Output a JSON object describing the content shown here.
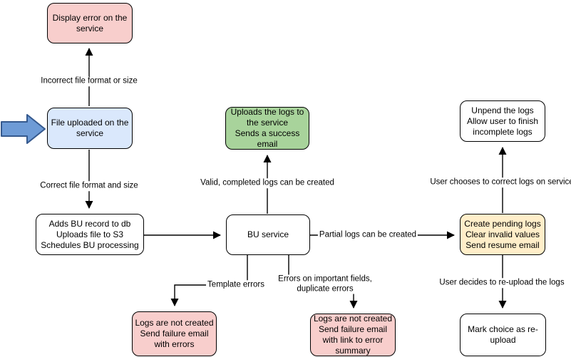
{
  "diagram_title": "",
  "colors": {
    "pink_fill": "#f8cecc",
    "blue_fill": "#dae8fc",
    "green_fill": "#a8d39b",
    "yellow_fill": "#ffeec9",
    "white_fill": "#ffffff",
    "node_border": "#000000",
    "edge_line": "#000000",
    "start_arrow_fill": "#6e9bd6",
    "start_arrow_stroke": "#35598e"
  },
  "icons": {
    "start_arrow": "fat-right-arrow-icon"
  },
  "nodes": {
    "display_error": {
      "label": "Display error on the\nservice",
      "color": "pink"
    },
    "file_uploaded": {
      "label": "File uploaded on the\nservice",
      "color": "blue"
    },
    "adds_bu": {
      "label": "Adds BU record to db\nUploads file to S3\nSchedules BU processing",
      "color": "white"
    },
    "bu_service": {
      "label": "BU service",
      "color": "white"
    },
    "uploads_logs": {
      "label": "Uploads the logs to\nthe service\nSends a success\nemail",
      "color": "green"
    },
    "create_pending": {
      "label": "Create pending logs\nClear invalid values\nSend resume email",
      "color": "yellow"
    },
    "unpend": {
      "label": "Unpend the logs\nAllow user to finish\nincomplete logs",
      "color": "white"
    },
    "mark_choice": {
      "label": "Mark choice as re-\nupload",
      "color": "white"
    },
    "logs_fail_errors": {
      "label": "Logs are not created\nSend failure email\nwith errors",
      "color": "pink"
    },
    "logs_fail_summary": {
      "label": "Logs are not created\nSend failure email\nwith link to error\nsummary",
      "color": "pink"
    }
  },
  "edge_labels": {
    "incorrect_format": "Incorrect file format or size",
    "correct_format": "Correct file format and size",
    "valid_completed": "Valid, completed logs can be created",
    "partial_logs": "Partial logs can be created",
    "template_errors": "Template errors",
    "important_fields": "Errors on important fields,\nduplicate errors",
    "user_corrects": "User chooses to correct logs on service",
    "user_reuploads": "User decides to re-upload the logs"
  }
}
